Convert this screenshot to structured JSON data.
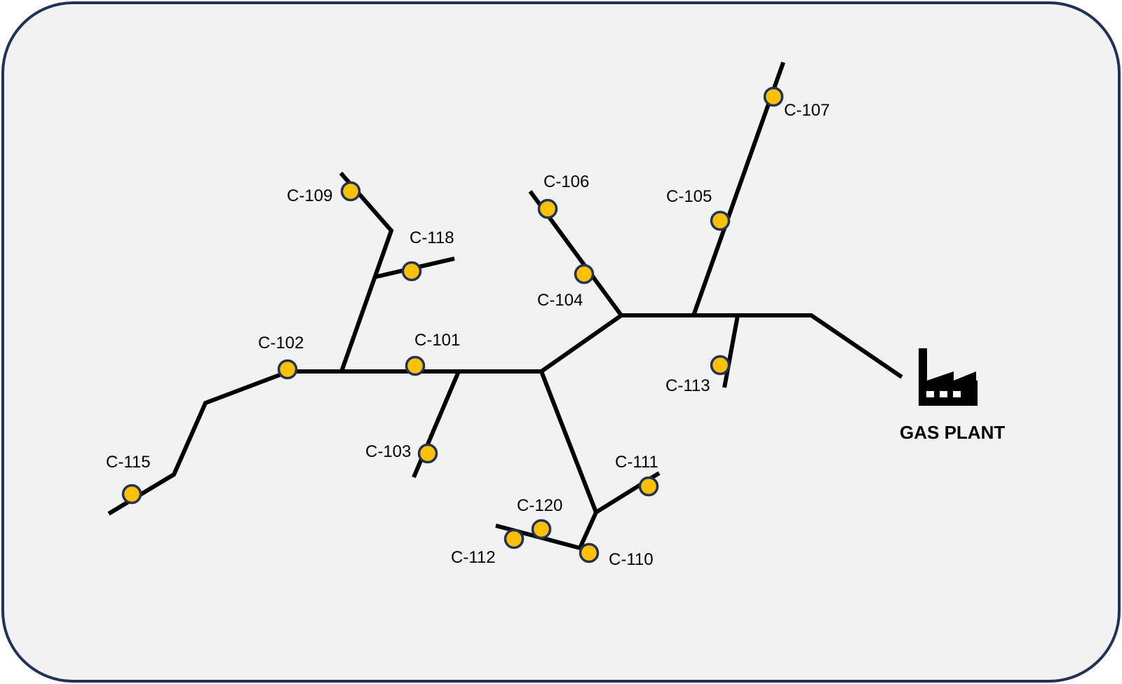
{
  "colors": {
    "panel_fill": "#f2f2f2",
    "panel_border": "#1f3358",
    "pipe": "#000000",
    "node_fill": "#ffc000",
    "node_stroke": "#1f3358"
  },
  "gas_plant": {
    "label": "GAS PLANT",
    "icon": "factory-icon"
  },
  "nodes": [
    {
      "id": "c101",
      "label": "C-101"
    },
    {
      "id": "c102",
      "label": "C-102"
    },
    {
      "id": "c103",
      "label": "C-103"
    },
    {
      "id": "c104",
      "label": "C-104"
    },
    {
      "id": "c105",
      "label": "C-105"
    },
    {
      "id": "c106",
      "label": "C-106"
    },
    {
      "id": "c107",
      "label": "C-107"
    },
    {
      "id": "c109",
      "label": "C-109"
    },
    {
      "id": "c110",
      "label": "C-110"
    },
    {
      "id": "c111",
      "label": "C-111"
    },
    {
      "id": "c112",
      "label": "C-112"
    },
    {
      "id": "c113",
      "label": "C-113"
    },
    {
      "id": "c115",
      "label": "C-115"
    },
    {
      "id": "c118",
      "label": "C-118"
    },
    {
      "id": "c120",
      "label": "C-120"
    }
  ]
}
